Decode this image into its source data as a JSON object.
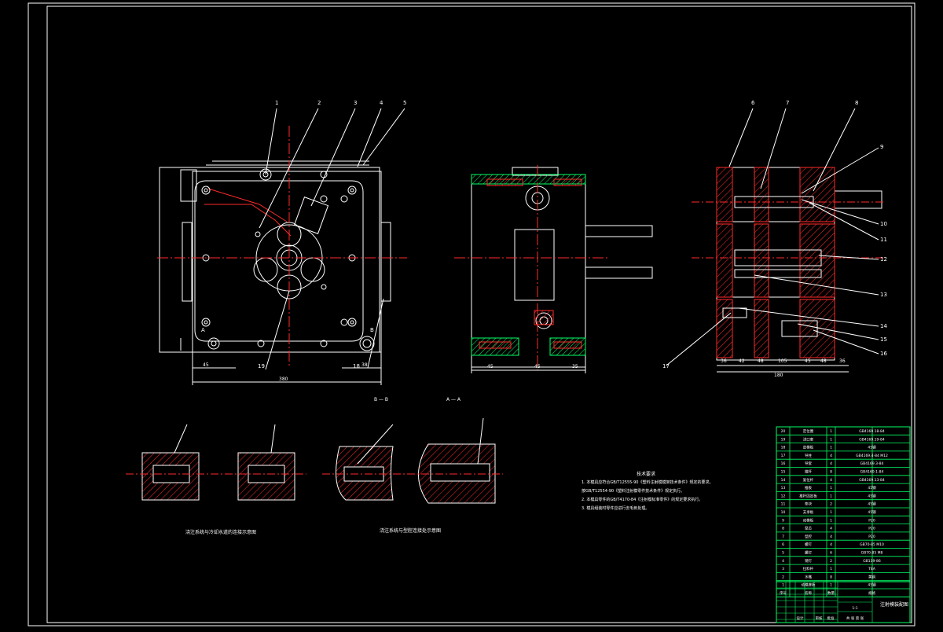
{
  "drawing": {
    "section_labels": {
      "b_b": "B — B",
      "a_a": "A — A"
    },
    "callouts_top": [
      "1",
      "2",
      "3",
      "4",
      "5"
    ],
    "side_callouts_top": [
      "6",
      "7",
      "8"
    ],
    "side_callouts_right": [
      "9",
      "10",
      "11",
      "12",
      "13",
      "14",
      "15",
      "16"
    ],
    "side_callout_left": "17",
    "front_marks": {
      "a_left": "A",
      "b_right": "B",
      "bottom_left": "19",
      "bottom_right": "18"
    },
    "dims": {
      "front_overall": "380",
      "front_left": "45",
      "front_right": "38",
      "mid_1": "45",
      "mid_2": "45",
      "mid_3": "35",
      "side_1": "36",
      "side_2": "42",
      "side_3": "48",
      "side_4": "105",
      "side_5": "45",
      "side_6": "48",
      "side_7": "36",
      "side_bottom": "180"
    }
  },
  "technical_requirements": {
    "title": "技术要求",
    "lines": [
      "1. 本模具应符合GB/T12555-90《塑料注射模模架技术条件》规定的要求。",
      "   按GB/T12554-90《塑料注射模零件技术条件》规定执行。",
      "2. 本模具零件的GB/T4170-84《注射模标准零件》的规定要求执行。",
      "3. 模具组装时零件应进行去毛刺处理。"
    ]
  },
  "detail_notes": {
    "left_caption": "浇注系统与冷却水道的连接示意图",
    "right_caption": "浇注系统与型腔连接处示意图"
  },
  "bom": {
    "rows": [
      {
        "no": "20",
        "name": "定位圈",
        "qty": "1",
        "spec": "GB4169.18-84"
      },
      {
        "no": "19",
        "name": "浇口套",
        "qty": "1",
        "spec": "GB4169.19-84"
      },
      {
        "no": "18",
        "name": "定模板",
        "qty": "1",
        "spec": "45钢"
      },
      {
        "no": "17",
        "name": "导柱",
        "qty": "4",
        "spec": "GB4169.4-84 M12"
      },
      {
        "no": "16",
        "name": "导套",
        "qty": "4",
        "spec": "GB4169.3-84"
      },
      {
        "no": "15",
        "name": "推杆",
        "qty": "8",
        "spec": "GB4169.1-84"
      },
      {
        "no": "14",
        "name": "复位杆",
        "qty": "4",
        "spec": "GB4169.13-84"
      },
      {
        "no": "13",
        "name": "推板",
        "qty": "1",
        "spec": "45钢"
      },
      {
        "no": "12",
        "name": "推杆固定板",
        "qty": "1",
        "spec": "45钢"
      },
      {
        "no": "11",
        "name": "垫块",
        "qty": "2",
        "spec": "45钢"
      },
      {
        "no": "10",
        "name": "支承板",
        "qty": "1",
        "spec": "45钢"
      },
      {
        "no": "9",
        "name": "动模板",
        "qty": "1",
        "spec": "P20"
      },
      {
        "no": "8",
        "name": "型芯",
        "qty": "4",
        "spec": "P20"
      },
      {
        "no": "7",
        "name": "型腔",
        "qty": "4",
        "spec": "P20"
      },
      {
        "no": "6",
        "name": "螺钉",
        "qty": "4",
        "spec": "GB70-85 M10"
      },
      {
        "no": "5",
        "name": "螺钉",
        "qty": "6",
        "spec": "GB70-85 M8"
      },
      {
        "no": "4",
        "name": "销钉",
        "qty": "2",
        "spec": "GB119-86"
      },
      {
        "no": "3",
        "name": "拉料杆",
        "qty": "1",
        "spec": "T8A"
      },
      {
        "no": "2",
        "name": "水嘴",
        "qty": "8",
        "spec": "黄铜"
      },
      {
        "no": "1",
        "name": "动模座板",
        "qty": "1",
        "spec": "45钢"
      }
    ],
    "header": {
      "no": "序号",
      "name": "名称",
      "qty": "数量",
      "spec": "规格"
    },
    "title_block": {
      "drawing_title": "注射模装配图",
      "scale": "1:1",
      "sheet": "共 张 第 张",
      "designer": "设计",
      "checker": "审核",
      "approver": "批准"
    }
  },
  "colors": {
    "background": "#000000",
    "outline": "#ffffff",
    "centerline": "#ff2a2a",
    "hatch": "#ff2a2a",
    "dimension": "#00ff66",
    "table": "#00ff66"
  }
}
